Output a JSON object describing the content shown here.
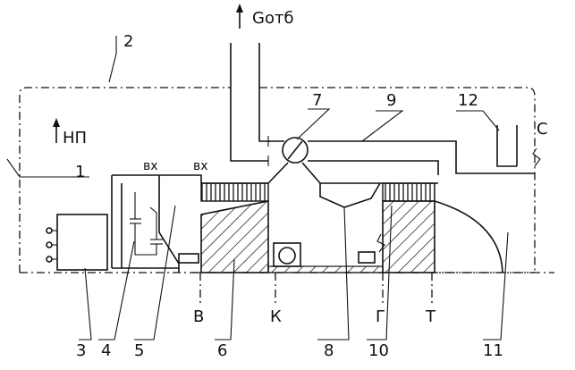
{
  "labels": {
    "gotb": "Gотб",
    "np": "НП",
    "c": "C",
    "vx1": "вх",
    "vx2": "вх",
    "v": "В",
    "k": "К",
    "g": "Г",
    "t": "Т"
  },
  "numbers": {
    "n1": "1",
    "n2": "2",
    "n3": "3",
    "n4": "4",
    "n5": "5",
    "n6": "6",
    "n7": "7",
    "n8": "8",
    "n9": "9",
    "n10": "10",
    "n11": "11",
    "n12": "12"
  }
}
